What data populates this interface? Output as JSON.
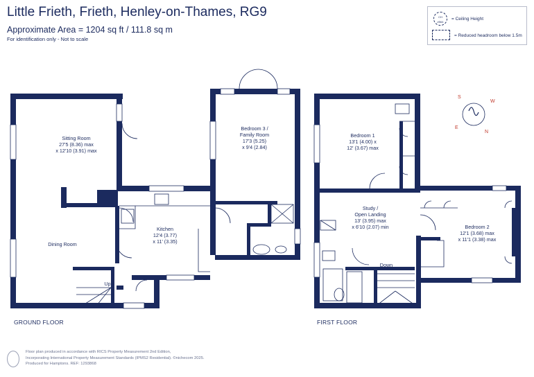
{
  "header": {
    "title": "Little Frieth, Frieth, Henley-on-Thames, RG9",
    "area": "Approximate Area = 1204 sq ft / 111.8 sq m",
    "note": "For identification only - Not to scale"
  },
  "legend": {
    "ceiling_symbol": "CH\n#564",
    "ceiling_label": "= Ceiling Height",
    "reduced_label": "= Reduced headroom below 1.5m"
  },
  "floors": {
    "ground": {
      "label": "GROUND FLOOR",
      "rooms": {
        "sitting": "Sitting Room\n27'5 (8.36) max\nx 12'10 (3.91) max",
        "dining": "Dining Room",
        "kitchen": "Kitchen\n12'4 (3.77)\nx 11' (3.35)",
        "bedroom3": "Bedroom 3 /\nFamily Room\n17'3 (5.25)\nx 9'4 (2.84)",
        "stairs_up": "Up"
      }
    },
    "first": {
      "label": "FIRST FLOOR",
      "rooms": {
        "bedroom1": "Bedroom 1\n13'1 (4.00) x\n12' (3.67) max",
        "study": "Study /\nOpen Landing\n13' (3.95) max\nx 6'10 (2.07) min",
        "bedroom2": "Bedroom 2\n12'1 (3.68) max\nx 11'1 (3.38) max",
        "stairs_down": "Down"
      },
      "compass": {
        "n": "N",
        "s": "S",
        "e": "E",
        "w": "W"
      }
    }
  },
  "footer": {
    "line1": "Floor plan produced in accordance with RICS Property Measurement 2nd Edition,",
    "line2": "Incorporating International Property Measurement Standards (IPMS2 Residential).",
    "brand": "©nichecom 2025.",
    "line3": "Produced for Hamptons.",
    "ref": "REF: 1293868"
  },
  "colors": {
    "wall": "#1b2a5e",
    "text": "#1b2a5e",
    "footer": "#6b7390"
  }
}
